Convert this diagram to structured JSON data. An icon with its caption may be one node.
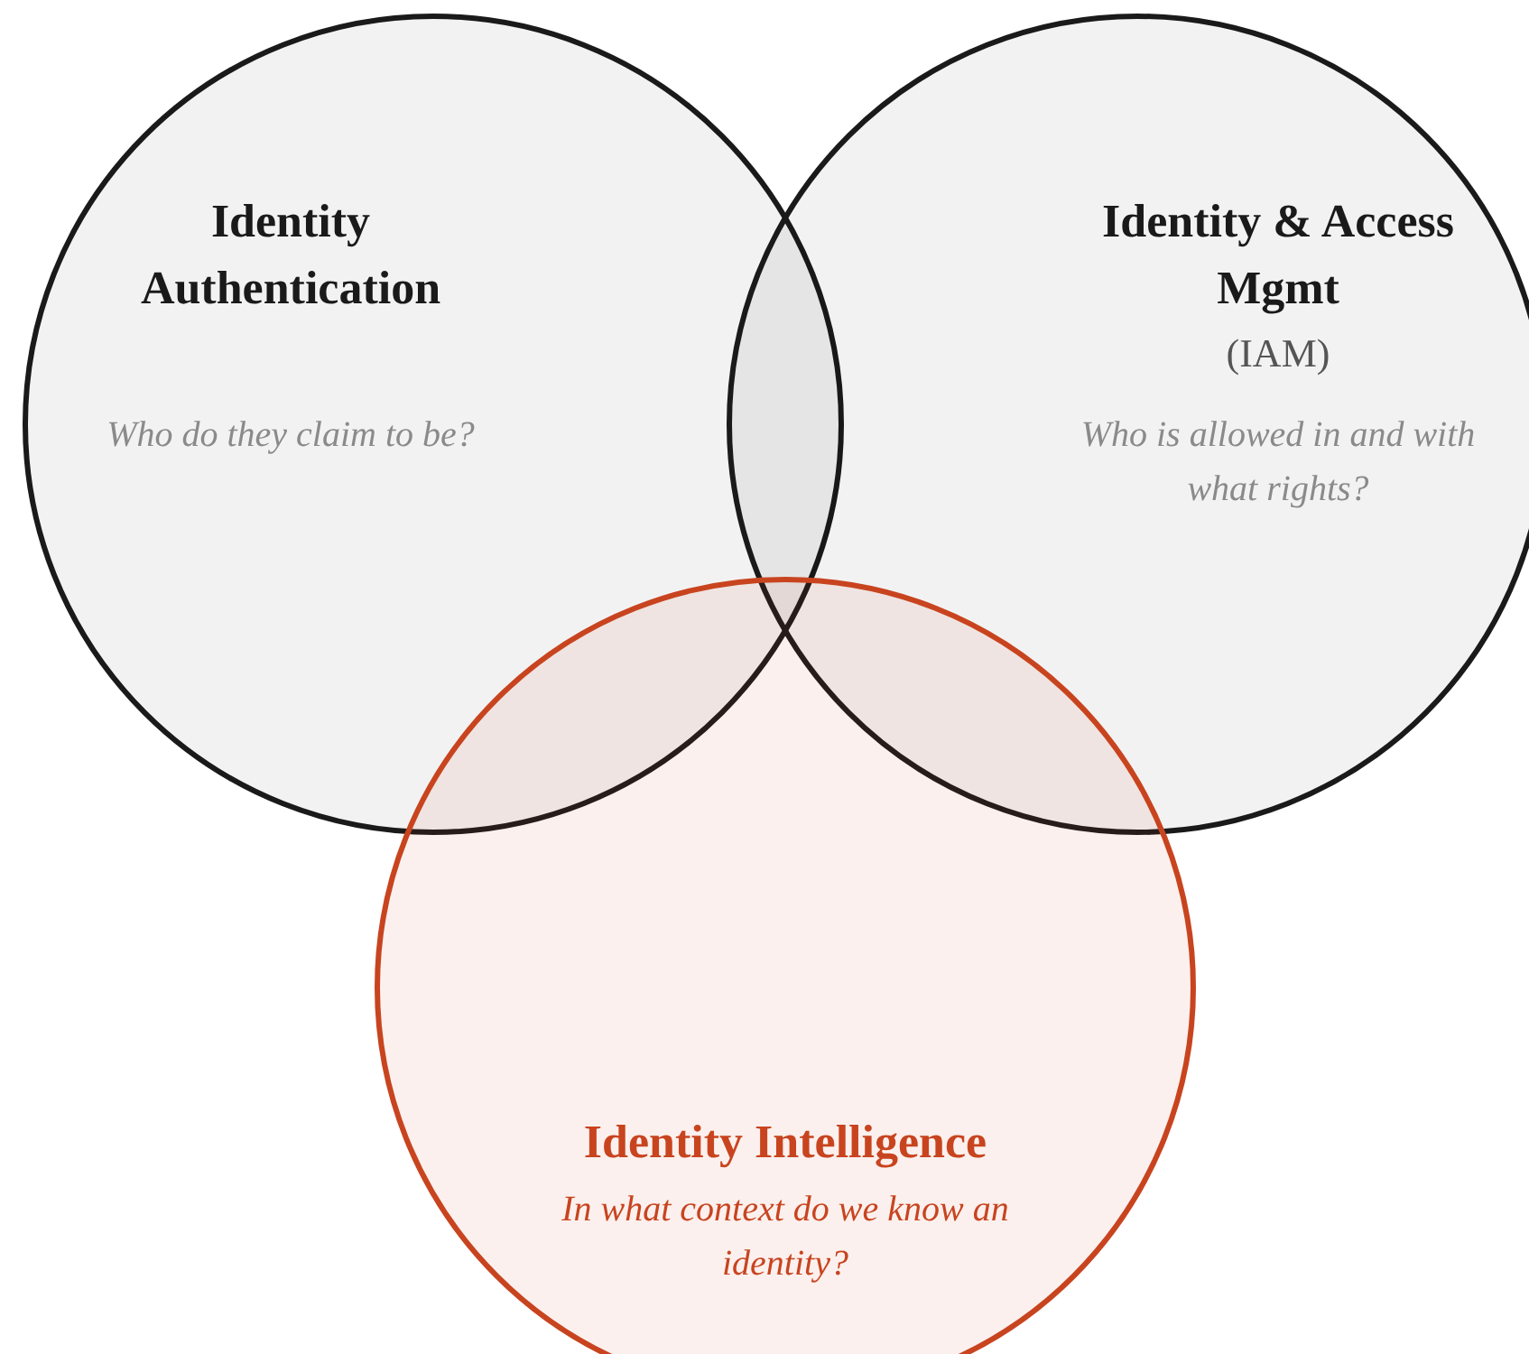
{
  "diagram": {
    "nodes": [
      {
        "text": [
          "Identity Authentication",
          "Who do they claim to be?"
        ]
      },
      {
        "text": [
          "Identity & Access Mgmt",
          "(IAM)",
          "Who is allowed in and with what rights?"
        ]
      },
      {
        "text": [
          "Identity Intelligence",
          "In what context do we know an identity?"
        ]
      }
    ]
  }
}
